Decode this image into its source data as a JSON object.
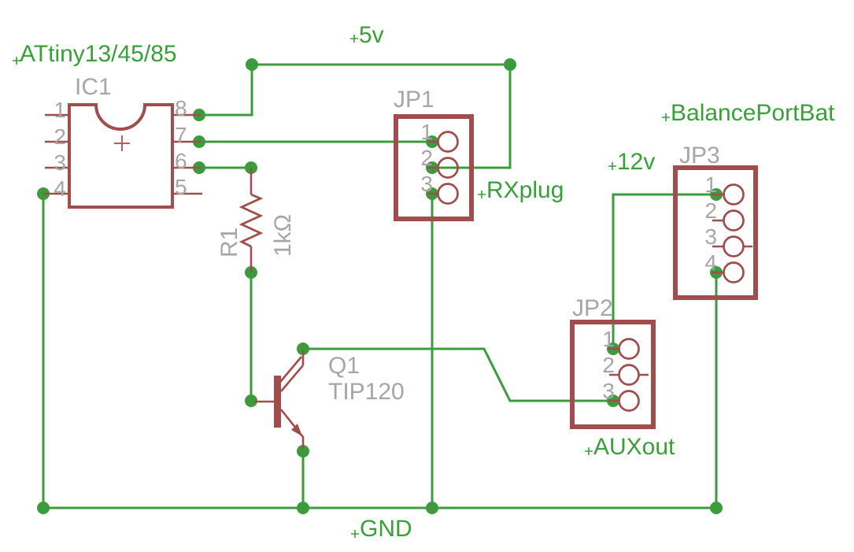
{
  "schematic": {
    "type": "circuit-schematic",
    "labels": {
      "power_5v": "5v",
      "power_12v": "12v",
      "ground": "GND",
      "net_rxplug": "RXplug",
      "net_auxout": "AUXout",
      "net_balanceportbat": "BalancePortBat"
    },
    "components": {
      "ic1": {
        "refdes": "IC1",
        "part": "ATtiny13/45/85",
        "pins_left": [
          "1",
          "2",
          "3",
          "4"
        ],
        "pins_right": [
          "8",
          "7",
          "6",
          "5"
        ]
      },
      "r1": {
        "refdes": "R1",
        "value": "1kΩ"
      },
      "q1": {
        "refdes": "Q1",
        "value": "TIP120"
      },
      "jp1": {
        "refdes": "JP1",
        "pins": [
          "1",
          "2",
          "3"
        ]
      },
      "jp2": {
        "refdes": "JP2",
        "pins": [
          "1",
          "2",
          "3"
        ]
      },
      "jp3": {
        "refdes": "JP3",
        "pins": [
          "1",
          "2",
          "3",
          "4"
        ]
      }
    },
    "colors": {
      "net_green": "#3C9C3C",
      "label_green": "#38A038",
      "symbol_maroon": "#A04D4D",
      "text_gray": "#A6A6A6",
      "background": "#FFFFFF"
    }
  }
}
